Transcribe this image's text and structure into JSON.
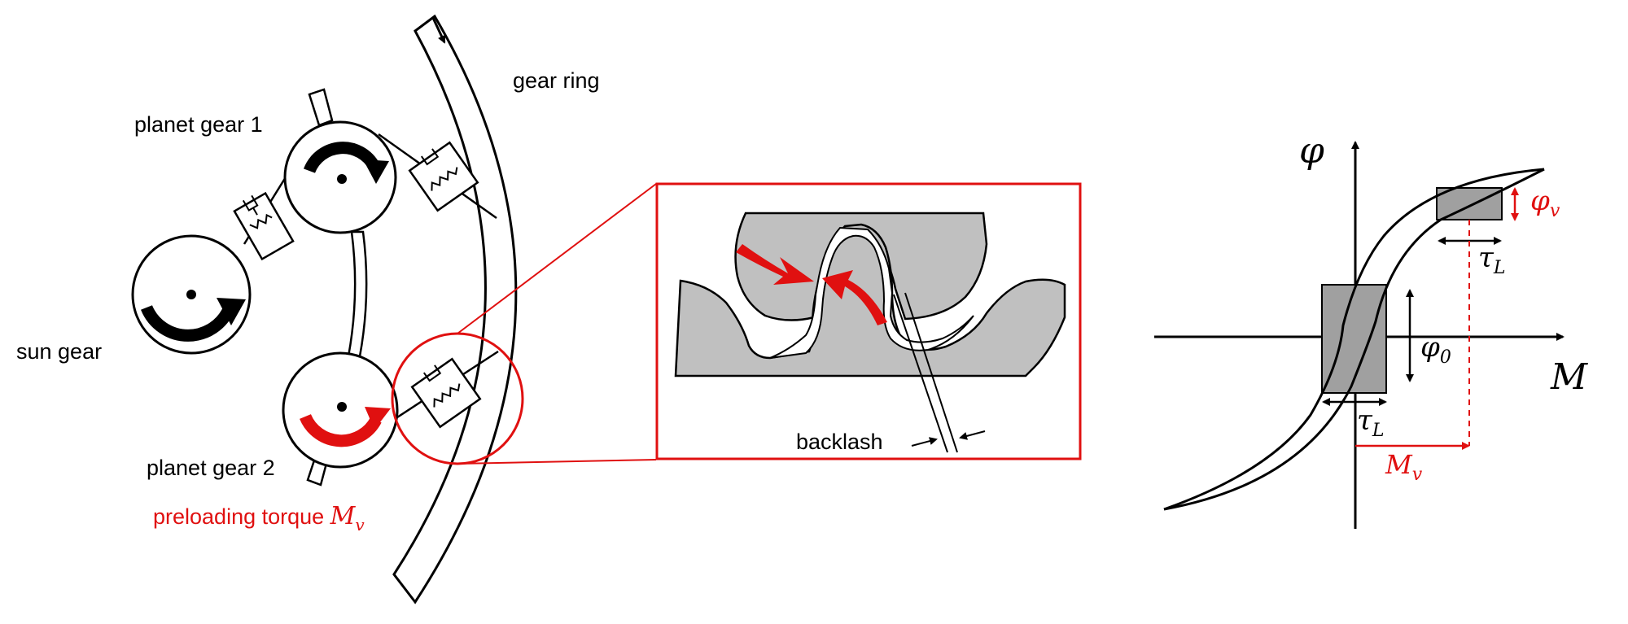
{
  "diagram": {
    "labels": {
      "gear_ring": "gear ring",
      "planet_gear_1": "planet gear 1",
      "sun_gear": "sun gear",
      "planet_gear_2": "planet gear 2",
      "preloading_torque": "preloading torque ",
      "backlash": "backlash"
    },
    "math": {
      "M": "M",
      "v": "v",
      "phi": "φ",
      "phi_0": "0",
      "tau": "τ",
      "L": "L"
    },
    "colors": {
      "accent": "#e01010",
      "gear_fill": "#c0c0c0",
      "box_fill": "#a0a0a0",
      "stroke": "#000000"
    },
    "icons": [
      "rotation-arrow-icon",
      "spring-damper-icon",
      "force-arrow-icon"
    ]
  }
}
